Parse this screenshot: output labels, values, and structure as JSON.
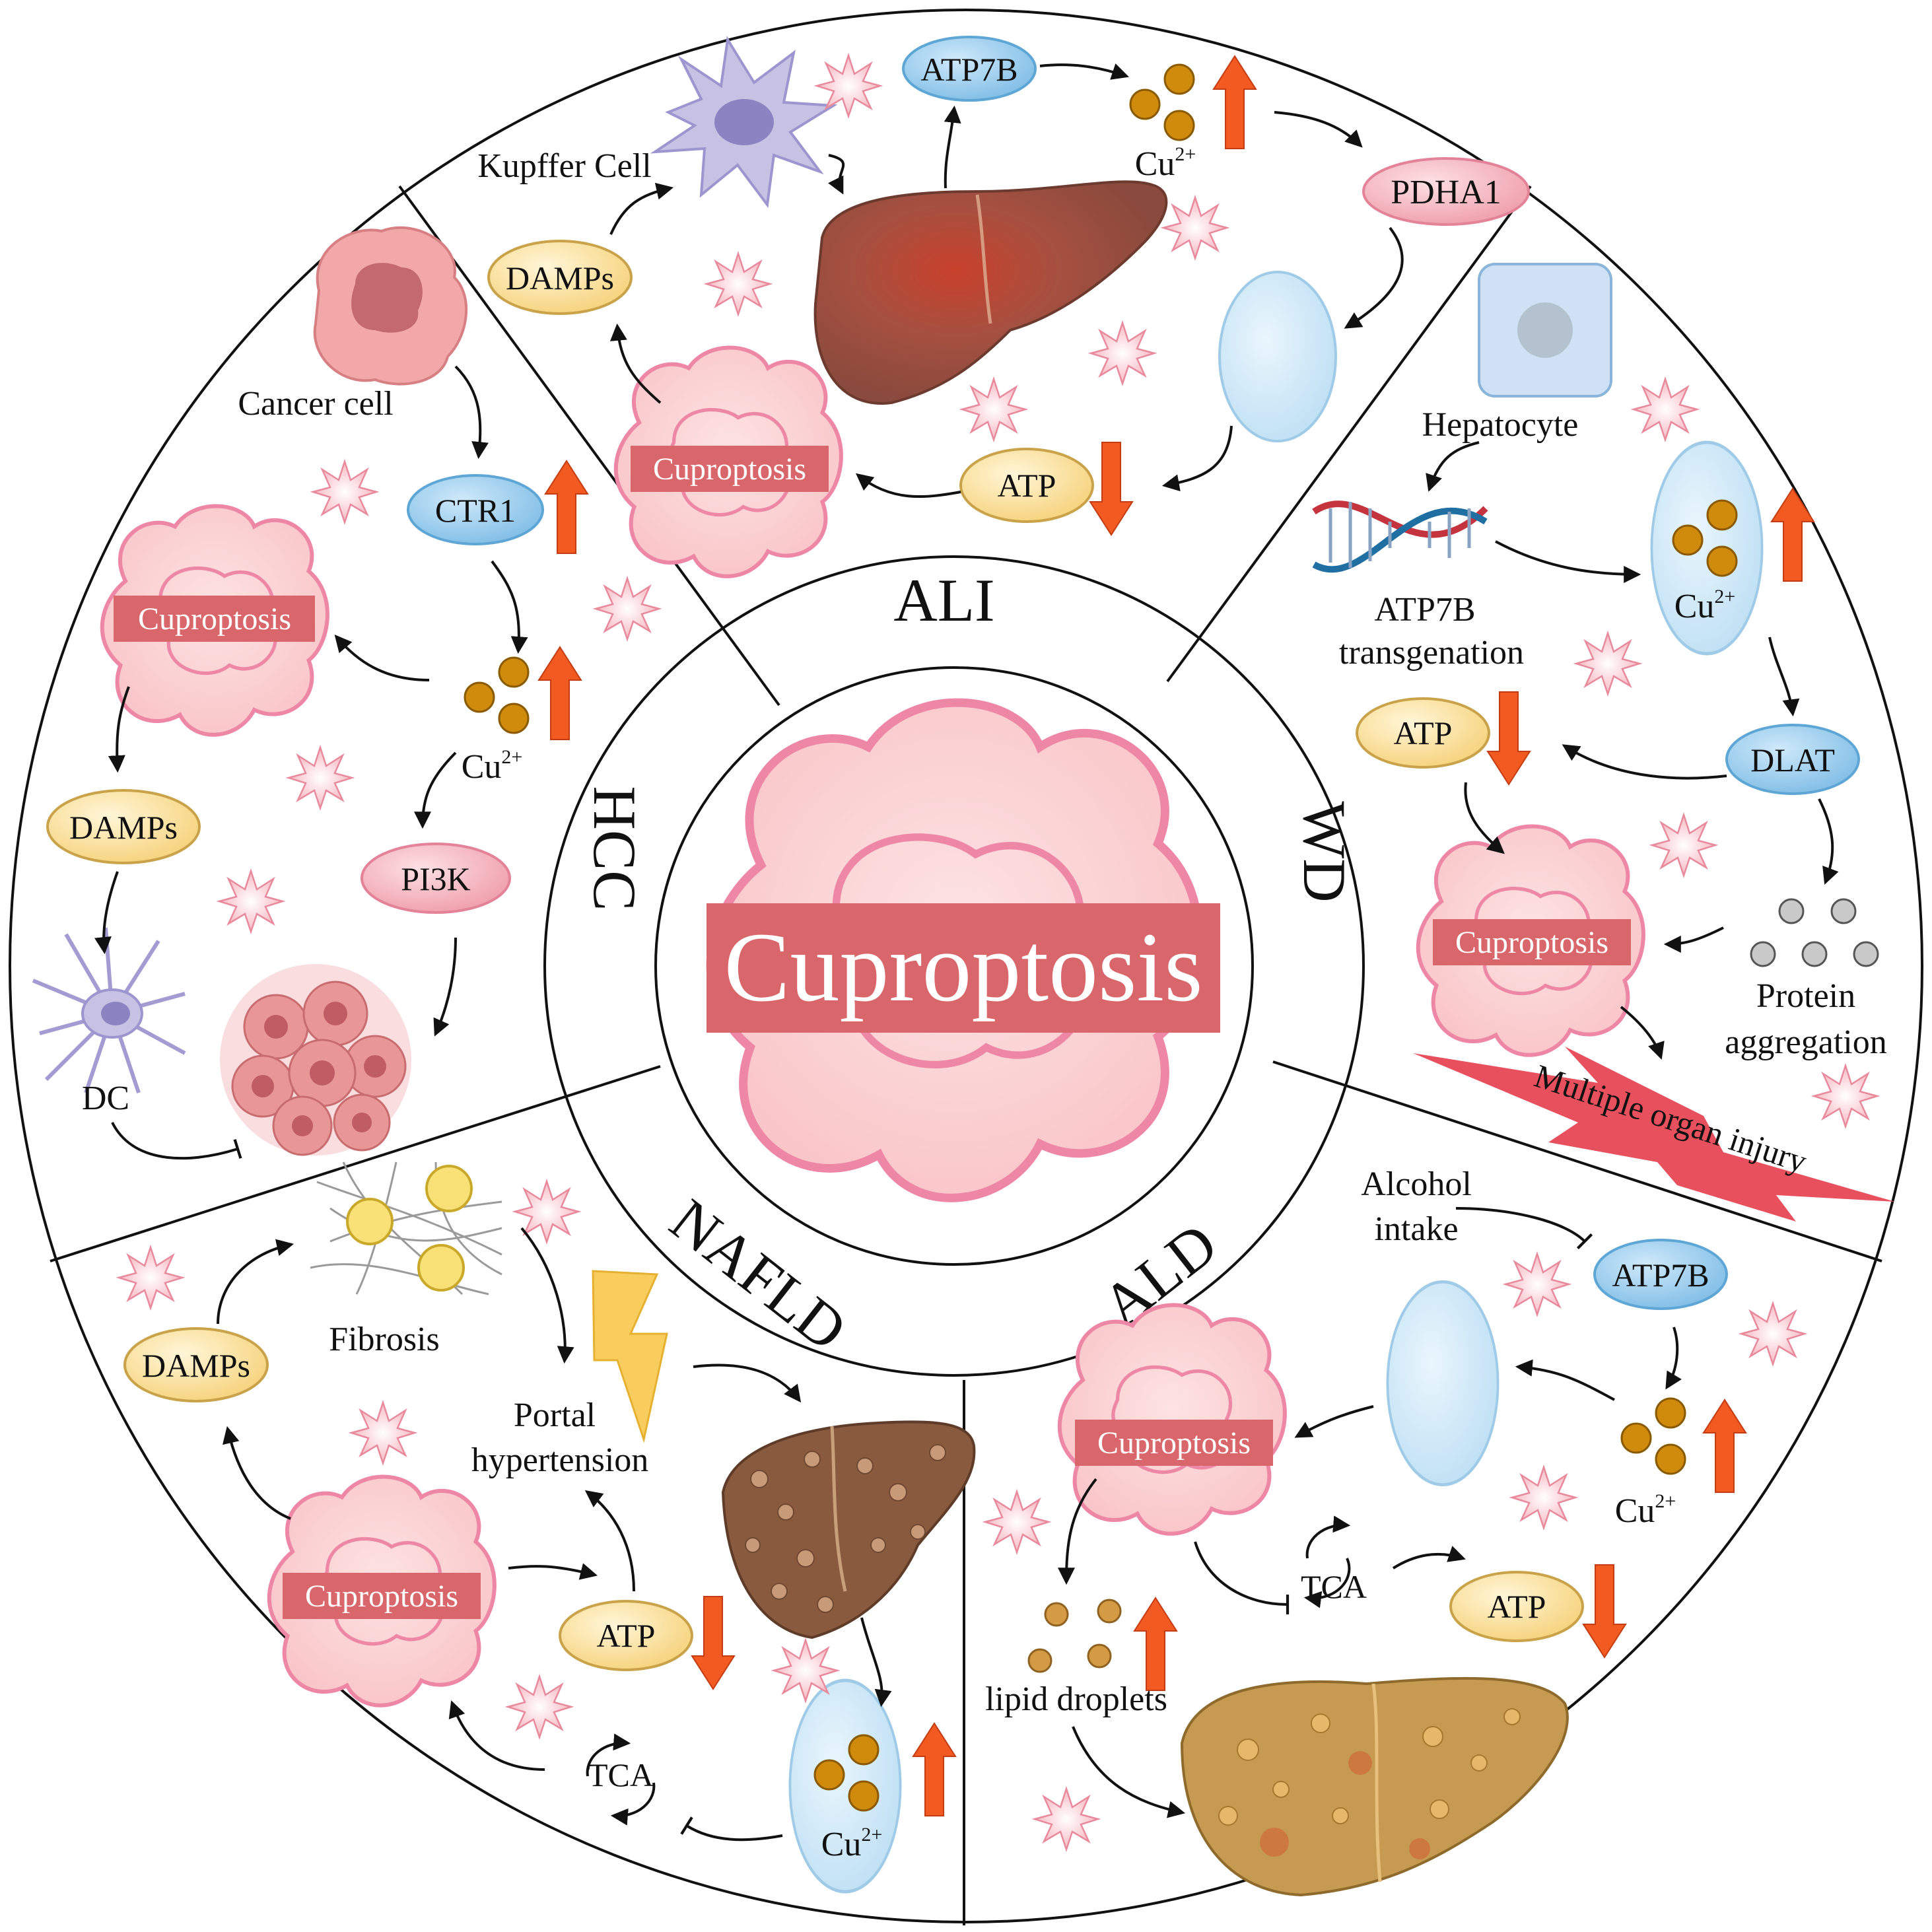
{
  "center": {
    "label": "Cuproptosis"
  },
  "ring": {
    "ali": "ALI",
    "wd": "WD",
    "ald": "ALD",
    "nafld": "NAFLD",
    "hcc": "HCC"
  },
  "ali": {
    "kupffer": "Kupffer Cell",
    "atp7b": "ATP7B",
    "cu": "Cu",
    "cu_sup": "2+",
    "pdha1": "PDHA1",
    "damps": "DAMPs",
    "atp": "ATP",
    "cuproptosis": "Cuproptosis"
  },
  "wd": {
    "hepatocyte": "Hepatocyte",
    "gene_line1": "ATP7B",
    "gene_line2": "transgenation",
    "cu": "Cu",
    "cu_sup": "2+",
    "atp": "ATP",
    "dlat": "DLAT",
    "cuproptosis": "Cuproptosis",
    "protein1": "Protein",
    "protein2": "aggregation",
    "injury": "Multiple organ injury"
  },
  "ald": {
    "alcohol1": "Alcohol",
    "alcohol2": "intake",
    "atp7b": "ATP7B",
    "cu": "Cu",
    "cu_sup": "2+",
    "cuproptosis": "Cuproptosis",
    "tca": "TCA",
    "atp": "ATP",
    "lipid": "lipid droplets"
  },
  "nafld": {
    "fibrosis": "Fibrosis",
    "damps": "DAMPs",
    "portal1": "Portal",
    "portal2": "hypertension",
    "cuproptosis": "Cuproptosis",
    "atp": "ATP",
    "tca": "TCA",
    "cu": "Cu",
    "cu_sup": "2+"
  },
  "hcc": {
    "cancer": "Cancer cell",
    "ctr1": "CTR1",
    "cu": "Cu",
    "cu_sup": "2+",
    "cuproptosis": "Cuproptosis",
    "damps": "DAMPs",
    "pi3k": "PI3K",
    "dc": "DC"
  },
  "colors": {
    "cell_fill": "#fbd2d2",
    "cell_stroke": "#ee86a6",
    "cu_band": "#d9666a",
    "blue_pill": "#9fd0ee",
    "yellow_pill": "#fde7ae",
    "pink_pill": "#f6b9c3",
    "copper": "#d08a0c",
    "arrow_orange": "#f25a22",
    "liver": "#8f4d3f",
    "mito": "#cde9f8"
  }
}
